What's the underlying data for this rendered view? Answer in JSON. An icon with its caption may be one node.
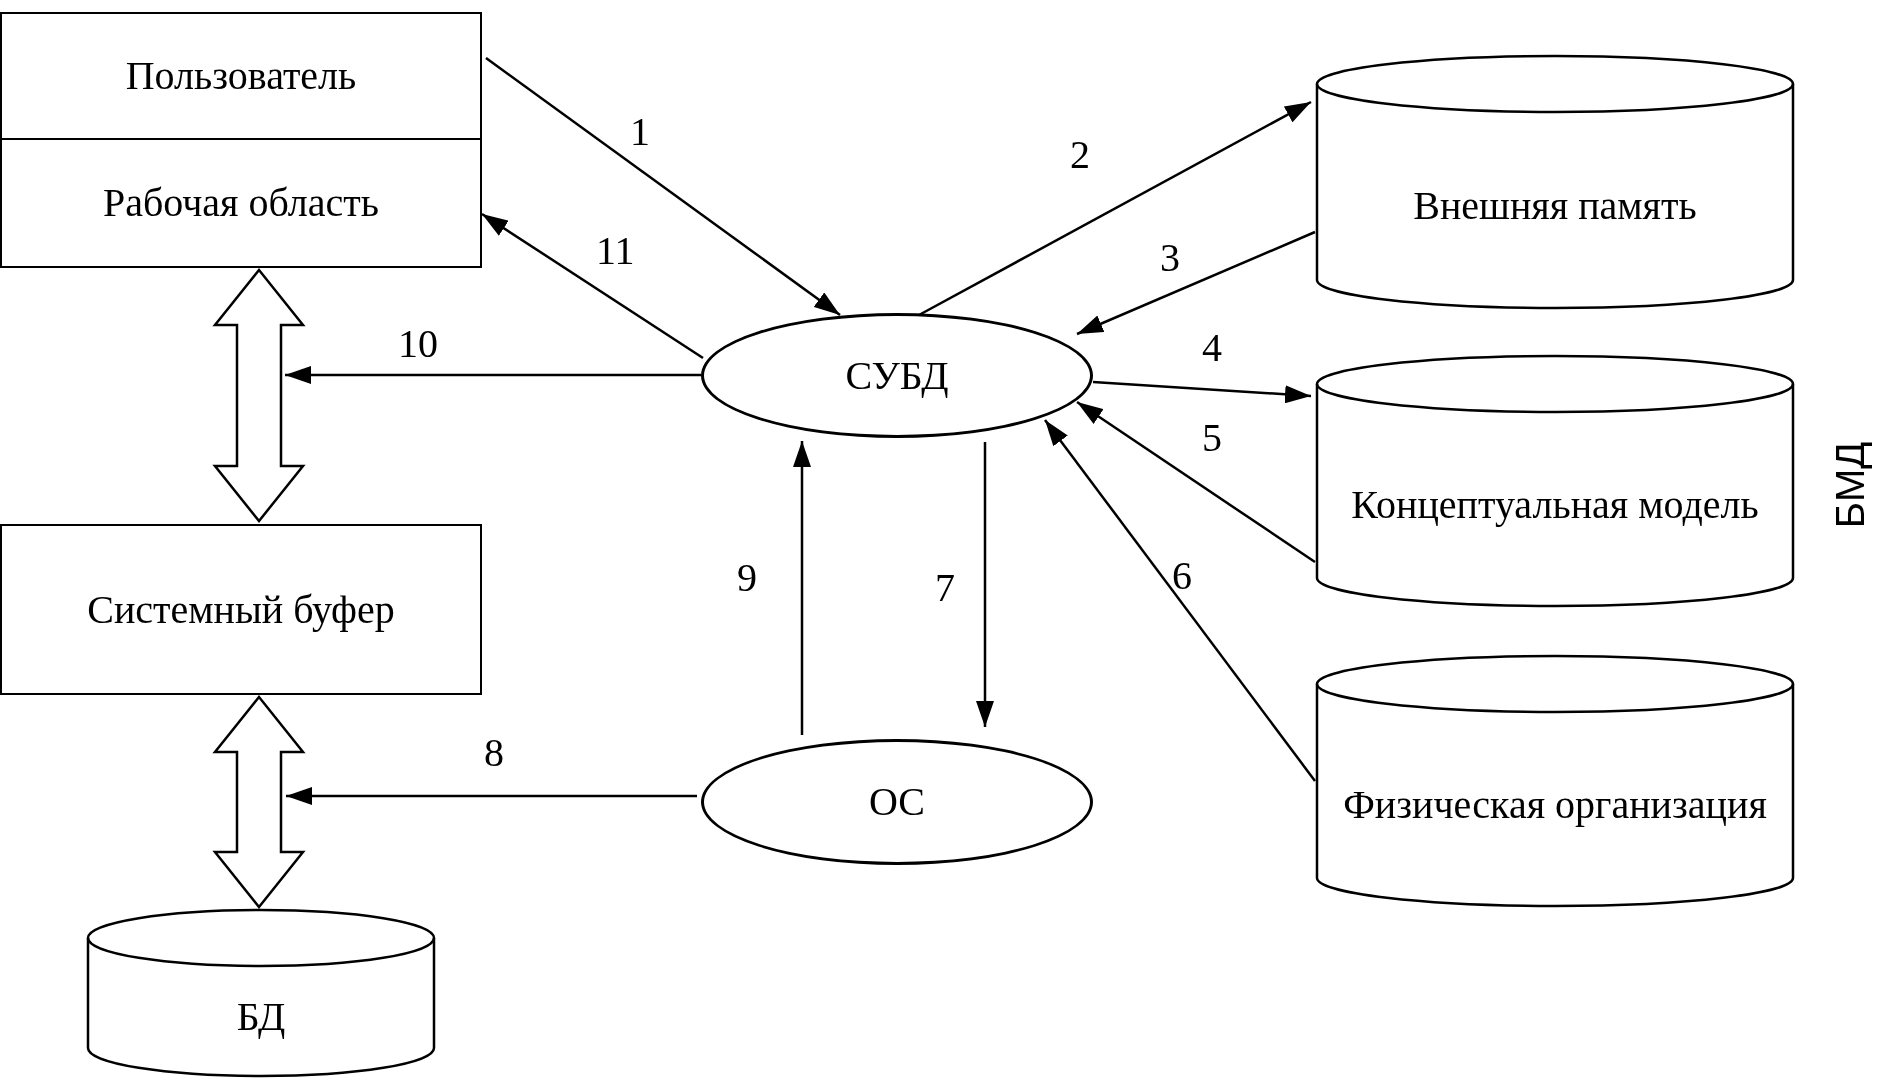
{
  "diagram": {
    "nodes": [
      {
        "text": [
          "Пользователь"
        ]
      },
      {
        "text": [
          "Рабочая область"
        ]
      },
      {
        "text": [
          "СУБД"
        ]
      },
      {
        "text": [
          "Системный буфер"
        ]
      },
      {
        "text": [
          "БД"
        ]
      },
      {
        "text": [
          "ОС"
        ]
      },
      {
        "text": [
          "Внешняя память"
        ]
      },
      {
        "text": [
          "Концептуальная модель"
        ]
      },
      {
        "text": [
          "Физическая организация"
        ]
      }
    ],
    "edges": [
      {
        "from": 0,
        "to": 2,
        "arrow": "to",
        "label": "1"
      },
      {
        "from": 2,
        "to": 6,
        "arrow": "to",
        "label": "2"
      },
      {
        "from": 6,
        "to": 2,
        "arrow": "to",
        "label": "3"
      },
      {
        "from": 2,
        "to": 7,
        "arrow": "to",
        "label": "4"
      },
      {
        "from": 7,
        "to": 2,
        "arrow": "to",
        "label": "5"
      },
      {
        "from": 8,
        "to": 2,
        "arrow": "to",
        "label": "6"
      },
      {
        "from": 2,
        "to": 5,
        "arrow": "to",
        "label": "7"
      },
      {
        "from": 5,
        "to": null,
        "arrow": "to",
        "label": "8"
      },
      {
        "from": 5,
        "to": 2,
        "arrow": "to",
        "label": "9"
      },
      {
        "from": 2,
        "to": null,
        "arrow": "to",
        "label": "10"
      },
      {
        "from": 2,
        "to": 1,
        "arrow": "to",
        "label": "11"
      },
      {
        "from": 1,
        "to": 3,
        "arrow": "both",
        "style": "thick"
      },
      {
        "from": 3,
        "to": 4,
        "arrow": "both",
        "style": "thick"
      }
    ],
    "labels": [
      "БМД"
    ]
  }
}
